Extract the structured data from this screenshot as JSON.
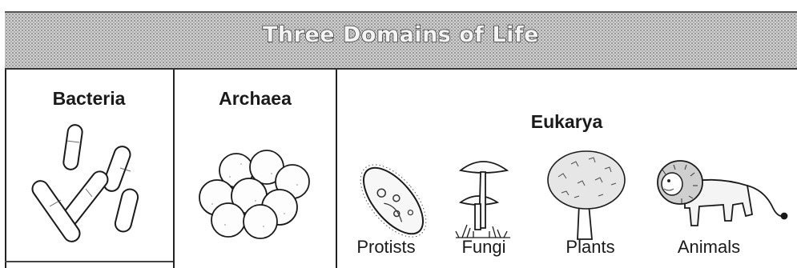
{
  "title": "Three Domains of Life",
  "domains": [
    {
      "label": "Bacteria"
    },
    {
      "label": "Archaea"
    },
    {
      "label": "Eukarya"
    }
  ],
  "kingdoms": [
    "Protists",
    "Fungi",
    "Plants",
    "Animals"
  ]
}
